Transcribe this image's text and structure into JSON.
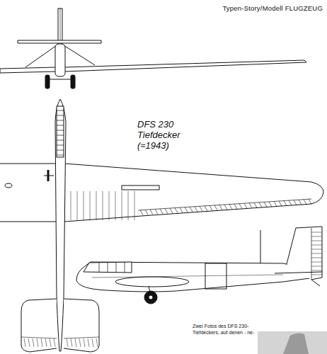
{
  "diagram": {
    "title": "DFS 230 Tiefdecker (≈1943)",
    "caption": "Zwei Fotos des DFS 230- Tiefdeckers, auf denen - ne-",
    "labels": [
      "Typen-Story/Modell FLUGZEUG"
    ]
  }
}
